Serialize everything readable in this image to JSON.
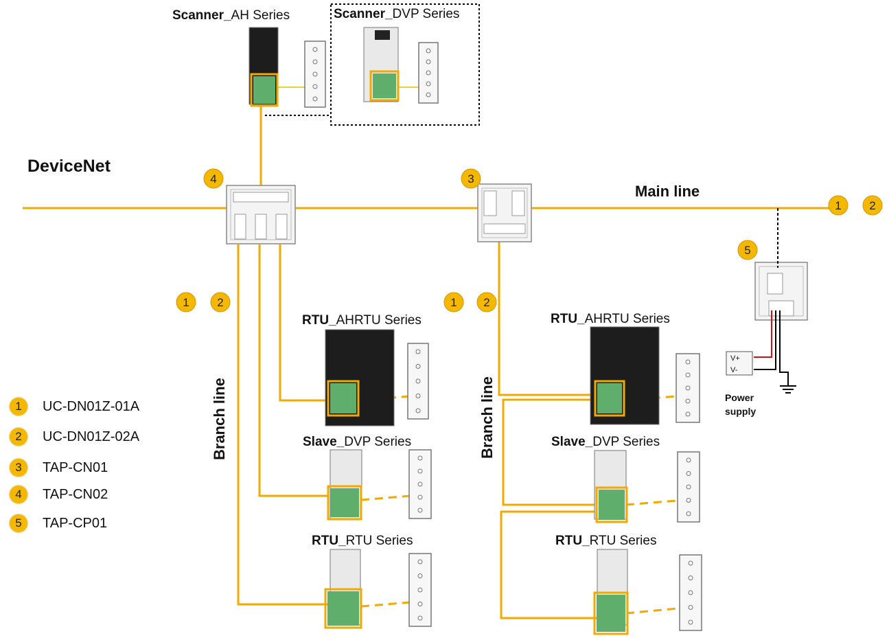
{
  "title": "DeviceNet",
  "main_line_label": "Main line",
  "branch_line_label": "Branch line",
  "devices": {
    "scanner_ah": {
      "bold": "Scanner_",
      "rest": "AH Series"
    },
    "scanner_dvp": {
      "bold": "Scanner_",
      "rest": "DVP Series"
    },
    "rtu_ahrtu_left": {
      "bold": "RTU_",
      "rest": "AHRTU Series"
    },
    "slave_dvp_left": {
      "bold": "Slave_",
      "rest": "DVP Series"
    },
    "rtu_rtu_left": {
      "bold": "RTU_",
      "rest": "RTU Series"
    },
    "rtu_ahrtu_right": {
      "bold": "RTU_",
      "rest": "AHRTU Series"
    },
    "slave_dvp_right": {
      "bold": "Slave_",
      "rest": "DVP Series"
    },
    "rtu_rtu_right": {
      "bold": "RTU_",
      "rest": "RTU Series"
    }
  },
  "power_supply": {
    "line1": "Power",
    "line2": "supply",
    "plus": "V+",
    "minus": "V-"
  },
  "badges": [
    "1",
    "2",
    "3",
    "4",
    "5"
  ],
  "legend": [
    {
      "num": "1",
      "text": "UC-DN01Z-01A"
    },
    {
      "num": "2",
      "text": "UC-DN01Z-02A"
    },
    {
      "num": "3",
      "text": "TAP-CN01"
    },
    {
      "num": "4",
      "text": "TAP-CN02"
    },
    {
      "num": "5",
      "text": "TAP-CP01"
    }
  ],
  "colors": {
    "cable": "#f2a900",
    "badge": "#f5b800",
    "power_red": "#d01010"
  }
}
